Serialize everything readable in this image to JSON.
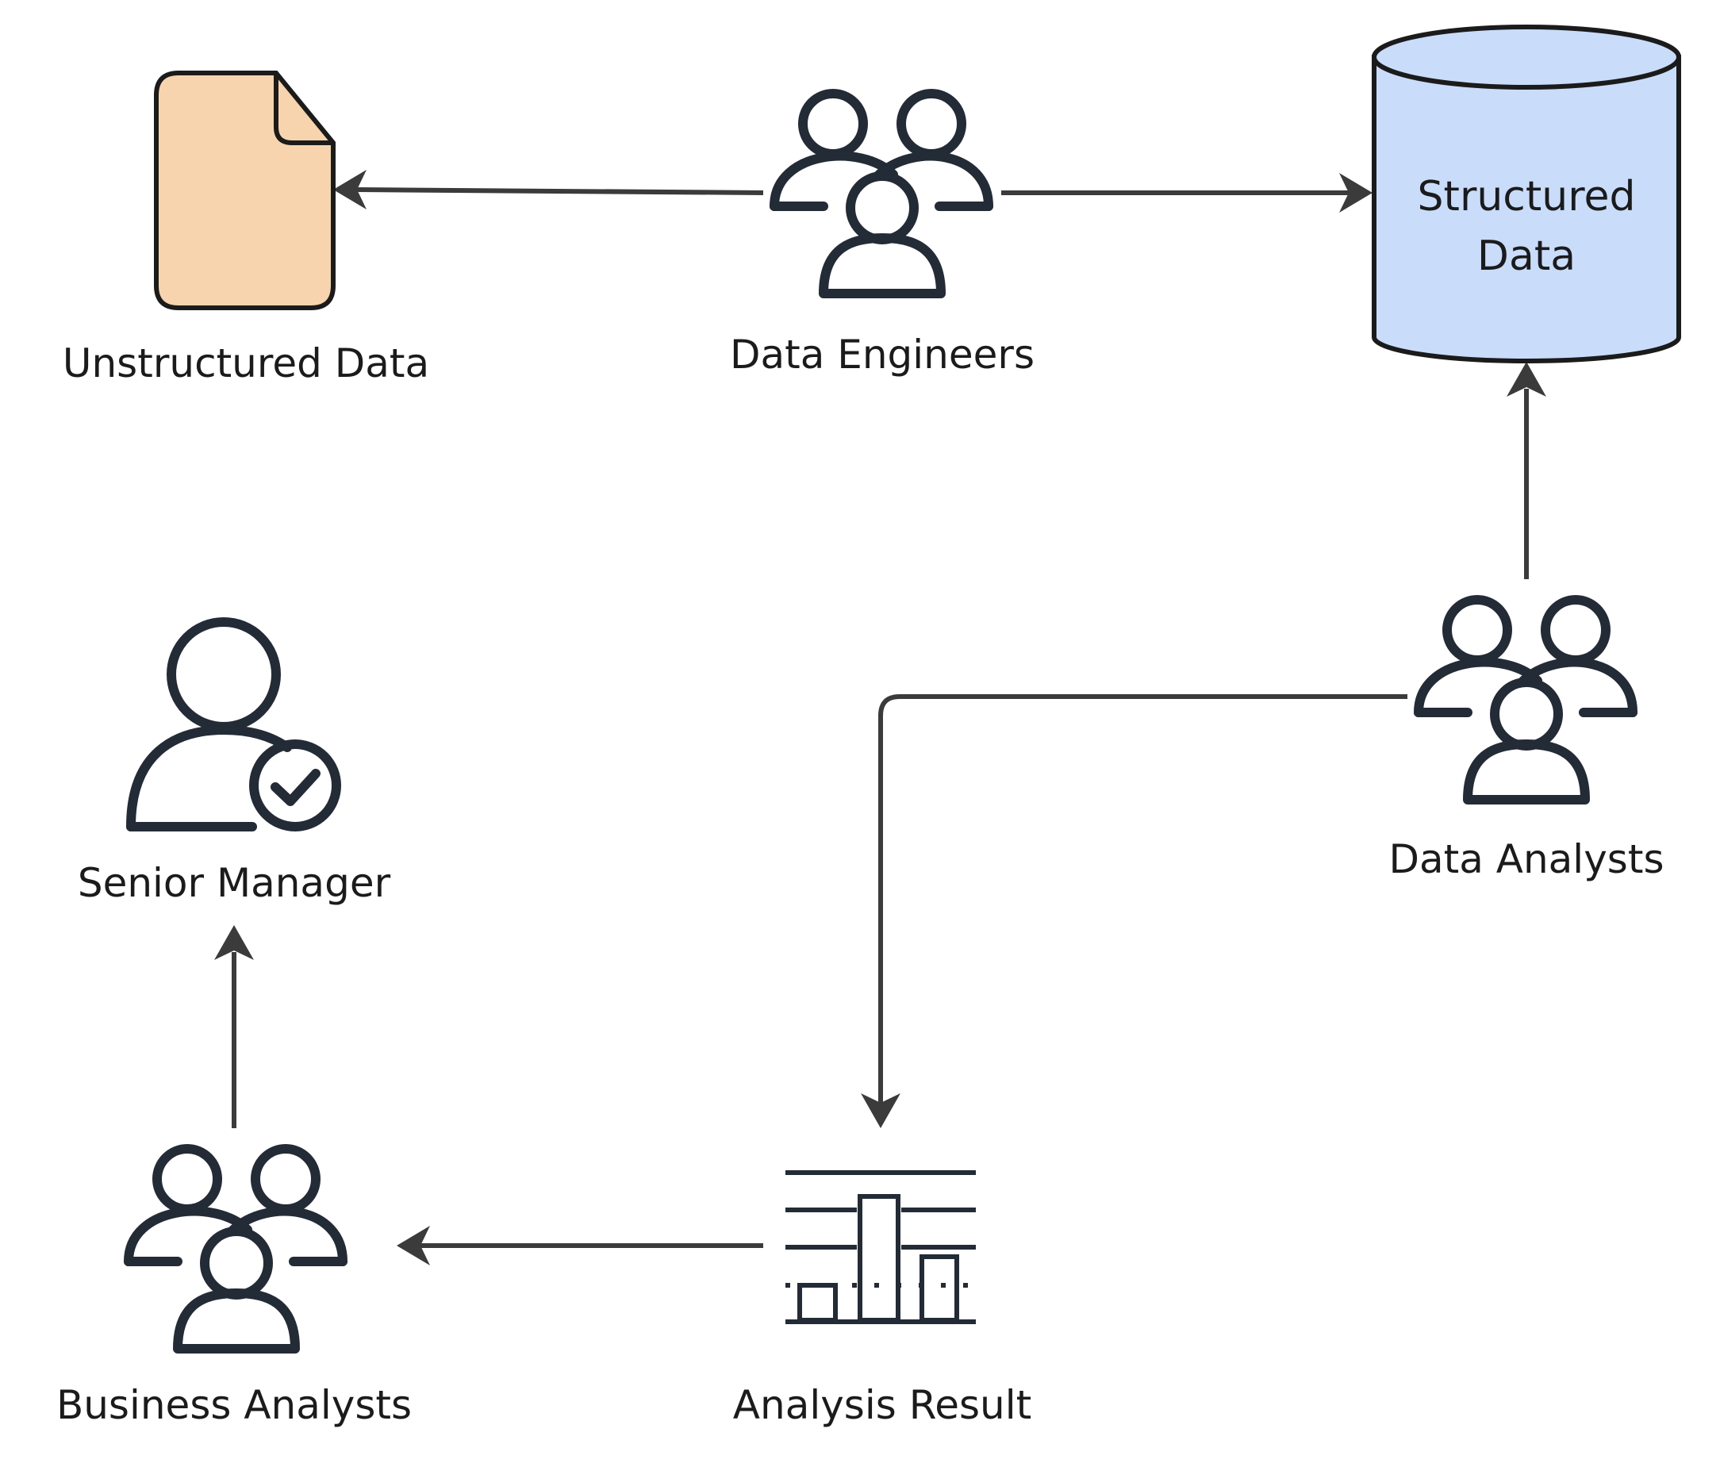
{
  "nodes": {
    "unstructured": {
      "label": "Unstructured Data",
      "icon": "document-icon",
      "fill": "#f7d4ae"
    },
    "engineers": {
      "label": "Data Engineers",
      "icon": "user-group-icon"
    },
    "structured": {
      "label_line1": "Structured",
      "label_line2": "Data",
      "icon": "database-icon",
      "fill": "#c9dcfa"
    },
    "data_analysts": {
      "label": "Data Analysts",
      "icon": "user-group-icon"
    },
    "senior_manager": {
      "label": "Senior Manager",
      "icon": "user-check-icon"
    },
    "business_analysts": {
      "label": "Business Analysts",
      "icon": "user-group-icon"
    },
    "analysis_result": {
      "label": "Analysis Result",
      "icon": "bar-chart-icon"
    }
  },
  "edges": [
    {
      "from": "engineers",
      "to": "unstructured"
    },
    {
      "from": "engineers",
      "to": "structured"
    },
    {
      "from": "data_analysts",
      "to": "structured"
    },
    {
      "from": "data_analysts",
      "to": "analysis_result"
    },
    {
      "from": "analysis_result",
      "to": "business_analysts"
    },
    {
      "from": "business_analysts",
      "to": "senior_manager"
    }
  ],
  "colors": {
    "edge": "#3b3b3b",
    "icon_stroke": "#232b36"
  }
}
